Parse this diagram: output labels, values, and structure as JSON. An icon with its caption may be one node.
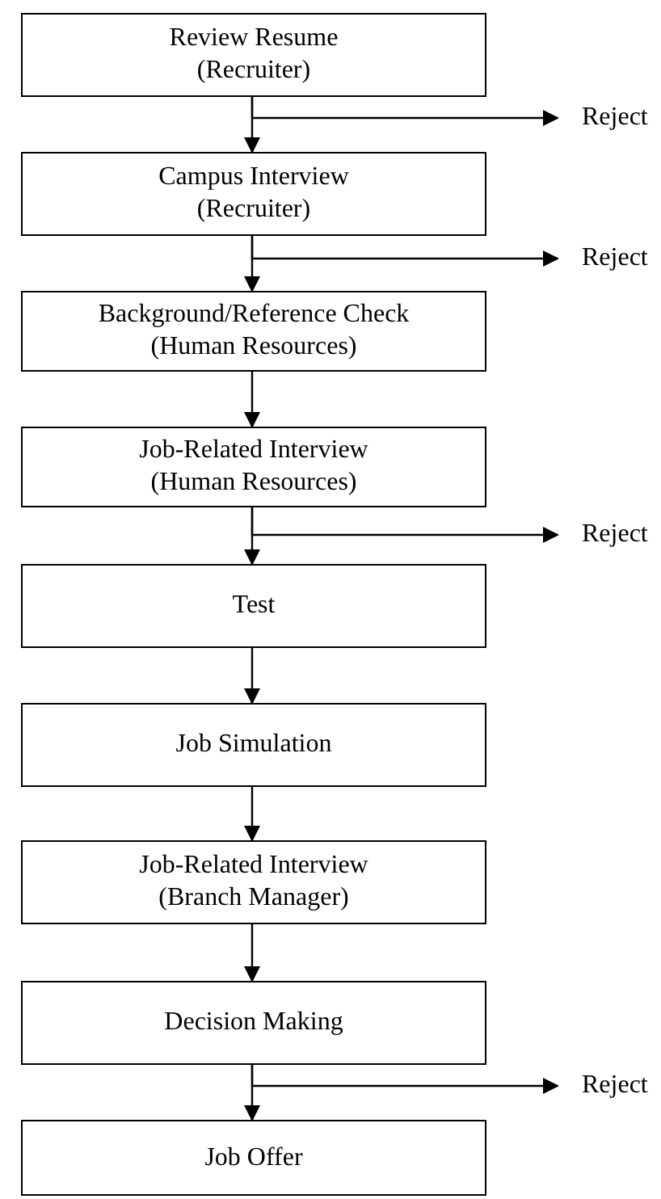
{
  "diagram": {
    "nodes": [
      {
        "text": [
          "Review Resume",
          "(Recruiter)"
        ]
      },
      {
        "text": [
          "Reject"
        ]
      },
      {
        "text": [
          "Campus Interview",
          "(Recruiter)"
        ]
      },
      {
        "text": [
          "Reject"
        ]
      },
      {
        "text": [
          "Background/Reference Check",
          "(Human Resources)"
        ]
      },
      {
        "text": [
          "Job-Related Interview",
          "(Human Resources)"
        ]
      },
      {
        "text": [
          "Reject"
        ]
      },
      {
        "text": [
          "Test"
        ]
      },
      {
        "text": [
          "Job Simulation"
        ]
      },
      {
        "text": [
          "Job-Related Interview",
          "(Branch Manager)"
        ]
      },
      {
        "text": [
          "Decision Making"
        ]
      },
      {
        "text": [
          "Reject"
        ]
      },
      {
        "text": [
          "Job Offer"
        ]
      }
    ],
    "edges": [
      {
        "from": 0,
        "to": 2,
        "arrow": "to"
      },
      {
        "from": 0,
        "to": 1,
        "arrow": "to"
      },
      {
        "from": 2,
        "to": 4,
        "arrow": "to"
      },
      {
        "from": 2,
        "to": 3,
        "arrow": "to"
      },
      {
        "from": 4,
        "to": 5,
        "arrow": "to"
      },
      {
        "from": 5,
        "to": 7,
        "arrow": "to"
      },
      {
        "from": 5,
        "to": 6,
        "arrow": "to"
      },
      {
        "from": 7,
        "to": 8,
        "arrow": "to"
      },
      {
        "from": 8,
        "to": 9,
        "arrow": "to"
      },
      {
        "from": 9,
        "to": 10,
        "arrow": "to"
      },
      {
        "from": 10,
        "to": 12,
        "arrow": "to"
      },
      {
        "from": 10,
        "to": 11,
        "arrow": "to"
      }
    ]
  }
}
